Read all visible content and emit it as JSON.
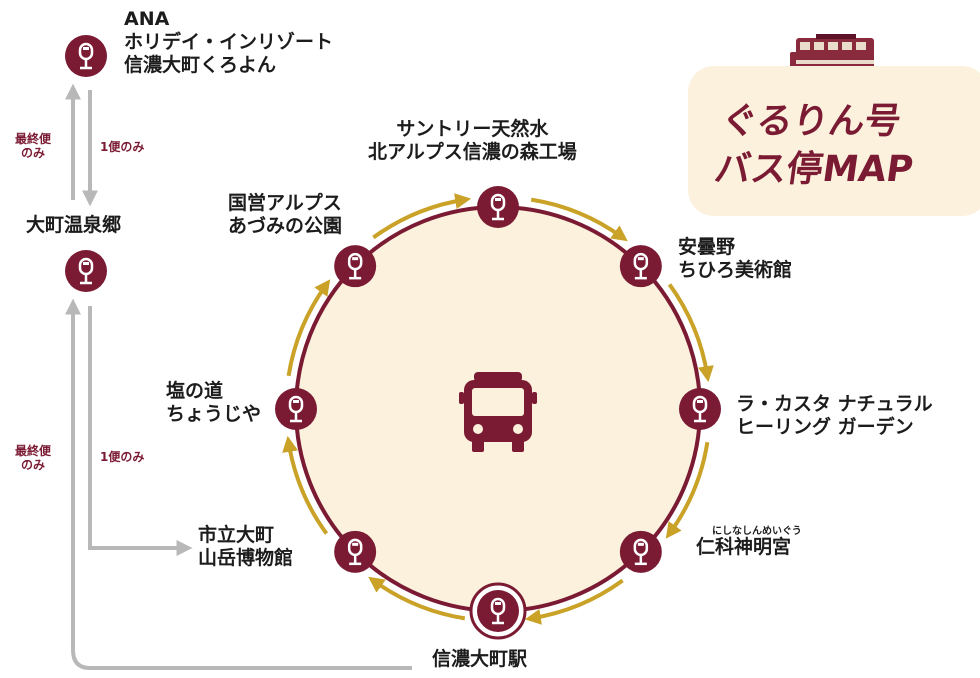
{
  "title": {
    "line1": "ぐるりん号",
    "line2": "バス停MAP"
  },
  "colors": {
    "maroon": "#7a1a33",
    "gold": "#c9a227",
    "cream": "#fbf1dc",
    "gray": "#b8b8b8"
  },
  "icons": {
    "stop": "bus-stop-icon",
    "center": "bus-icon",
    "title": "retro-bus-illustration"
  },
  "loop_stops": [
    {
      "id": "suntory",
      "lines": [
        "サントリー天然水",
        "北アルプス信濃の森工場"
      ]
    },
    {
      "id": "azumino-chihiro",
      "lines": [
        "安曇野",
        "ちひろ美術館"
      ]
    },
    {
      "id": "la-casta",
      "lines": [
        "ラ・カスタ ナチュラル",
        "ヒーリング ガーデン"
      ]
    },
    {
      "id": "nishina",
      "lines": [
        "仁科神明宮"
      ],
      "ruby": "にしなしんめいぐう"
    },
    {
      "id": "shinano-omachi-station",
      "lines": [
        "信濃大町駅"
      ]
    },
    {
      "id": "sangaku-museum",
      "lines": [
        "市立大町",
        "山岳博物館"
      ]
    },
    {
      "id": "shio-no-michi",
      "lines": [
        "塩の道",
        "ちょうじや"
      ]
    },
    {
      "id": "alps-park",
      "lines": [
        "国営アルプス",
        "あづみの公園"
      ]
    }
  ],
  "branch_stops": [
    {
      "id": "ana-holiday-inn",
      "lines": [
        "ANA",
        "ホリデイ・インリゾート",
        "信濃大町くろよん"
      ]
    },
    {
      "id": "omachi-onsen",
      "lines": [
        "大町温泉郷"
      ]
    }
  ],
  "notes": {
    "last_only_upper": "最終便のみ",
    "last_only_lower": "最終便のみ",
    "one_trip_upper": "1便のみ",
    "one_trip_lower": "1便のみ"
  }
}
